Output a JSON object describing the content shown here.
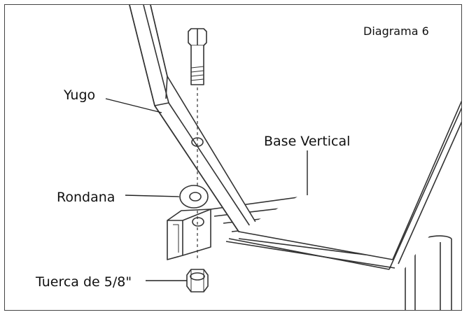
{
  "diagram": {
    "title": "Diagrama 6",
    "labels": {
      "yoke": "Yugo",
      "vertical_base": "Base Vertical",
      "washer": "Rondana",
      "nut": "Tuerca de 5/8\""
    }
  }
}
